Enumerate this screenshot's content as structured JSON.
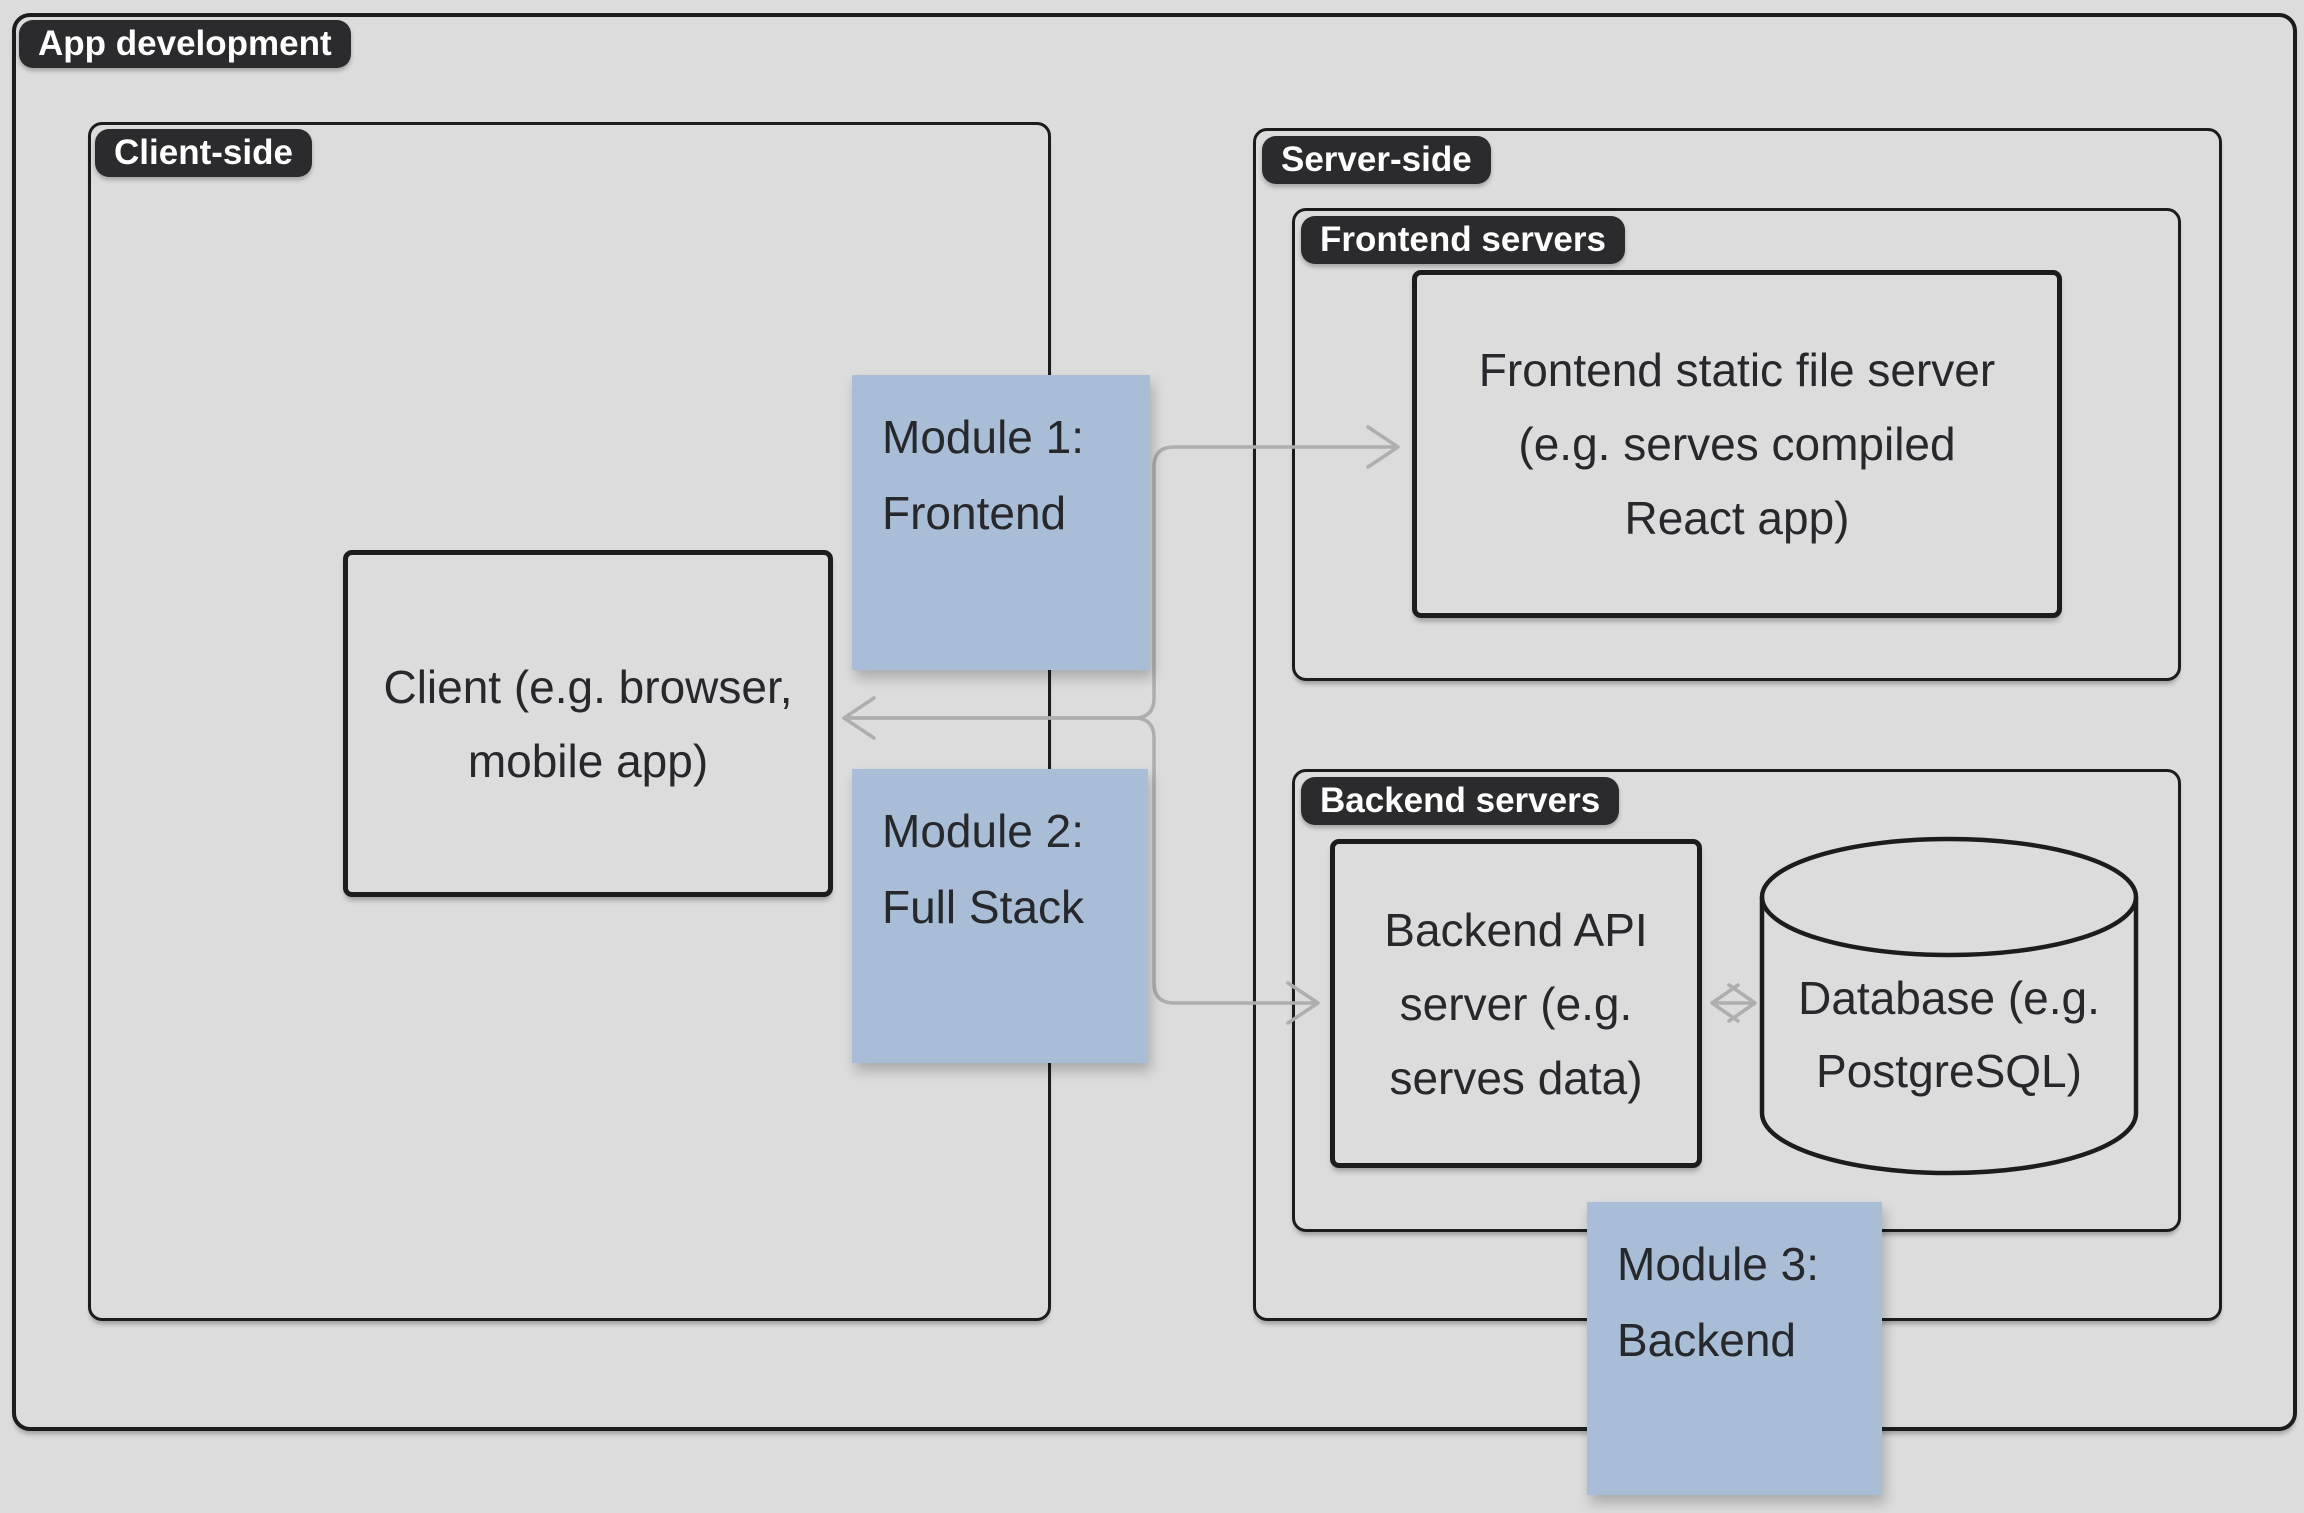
{
  "diagram": {
    "badges": {
      "app": "App development",
      "client_side": "Client-side",
      "server_side": "Server-side",
      "frontend_servers": "Frontend servers",
      "backend_servers": "Backend servers"
    },
    "nodes": {
      "client": {
        "lines": [
          "Client (e.g. browser,",
          "mobile app)"
        ]
      },
      "frontend_server": {
        "lines": [
          "Frontend static file server",
          "(e.g. serves compiled",
          "React app)"
        ]
      },
      "backend_server": {
        "lines": [
          "Backend API",
          "server (e.g.",
          "serves data)"
        ]
      },
      "database": {
        "lines": [
          "Database (e.g.",
          "PostgreSQL)"
        ]
      }
    },
    "notes": {
      "module1": {
        "lines": [
          "Module 1:",
          "Frontend"
        ]
      },
      "module2": {
        "lines": [
          "Module 2:",
          "Full Stack"
        ]
      },
      "module3": {
        "lines": [
          "Module 3:",
          "Backend"
        ]
      }
    },
    "colors": {
      "background": "#dcdcdc",
      "badge_bg": "#2b2b2e",
      "badge_text": "#ffffff",
      "note_bg": "#a9bdd6",
      "arrow": "#aeaeae",
      "border": "#1b1c1e",
      "text": "#26282c"
    }
  }
}
